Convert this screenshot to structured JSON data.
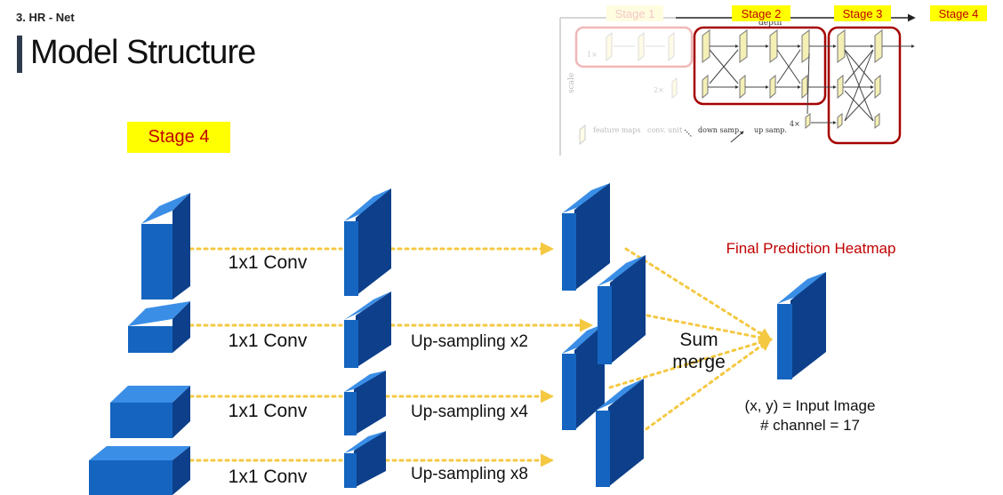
{
  "header": {
    "section_label": "3. HR - Net",
    "title": "Model Structure"
  },
  "stage_highlight": "Stage 4",
  "colors": {
    "cube_front": "#1565c0",
    "cube_top": "#3a8ee6",
    "cube_side": "#0d3f8a",
    "arrow": "#f5c842",
    "highlight": "#ffff00",
    "stage_text": "#c00000",
    "final_title": "#c00000",
    "inset_box": "#a50000"
  },
  "main_diagram": {
    "conv_labels": [
      "1x1 Conv",
      "1x1 Conv",
      "1x1 Conv",
      "1x1 Conv"
    ],
    "upsample_labels": [
      "Up-sampling x2",
      "Up-sampling x4",
      "Up-sampling x8"
    ],
    "sum_merge": [
      "Sum",
      "merge"
    ],
    "final_title": "Final Prediction Heatmap",
    "final_caption": [
      "(x, y) = Input Image",
      "# channel = 17"
    ]
  },
  "inset": {
    "stage_labels": [
      "Stage 1",
      "Stage 2",
      "Stage 3",
      "Stage 4"
    ],
    "depth_label": "depth",
    "scale_label": "scale",
    "multipliers": [
      "1×",
      "2×",
      "4×"
    ],
    "legend": [
      "feature maps",
      "conv. unit",
      "down samp.",
      "up samp."
    ]
  }
}
